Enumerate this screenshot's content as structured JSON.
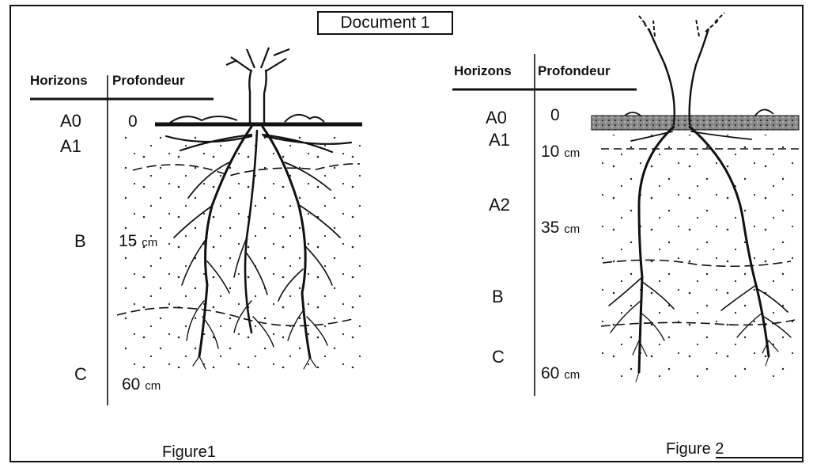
{
  "document_title": "Document 1",
  "figure1": {
    "caption": "Figure1",
    "header_horizons": "Horizons",
    "header_depth": "Profondeur",
    "horizons": [
      "A0",
      "A1",
      "B",
      "C"
    ],
    "depths": [
      {
        "value": "0",
        "unit": ""
      },
      {
        "value": "15",
        "unit": "cm"
      },
      {
        "value": "60",
        "unit": "cm"
      }
    ]
  },
  "figure2": {
    "caption": "Figure 2",
    "header_horizons": "Horizons",
    "header_depth": "Profondeur",
    "horizons": [
      "A0",
      "A1",
      "A2",
      "B",
      "C"
    ],
    "depths": [
      {
        "value": "0",
        "unit": ""
      },
      {
        "value": "10",
        "unit": "cm"
      },
      {
        "value": "35",
        "unit": "cm"
      },
      {
        "value": "60",
        "unit": "cm"
      }
    ]
  }
}
